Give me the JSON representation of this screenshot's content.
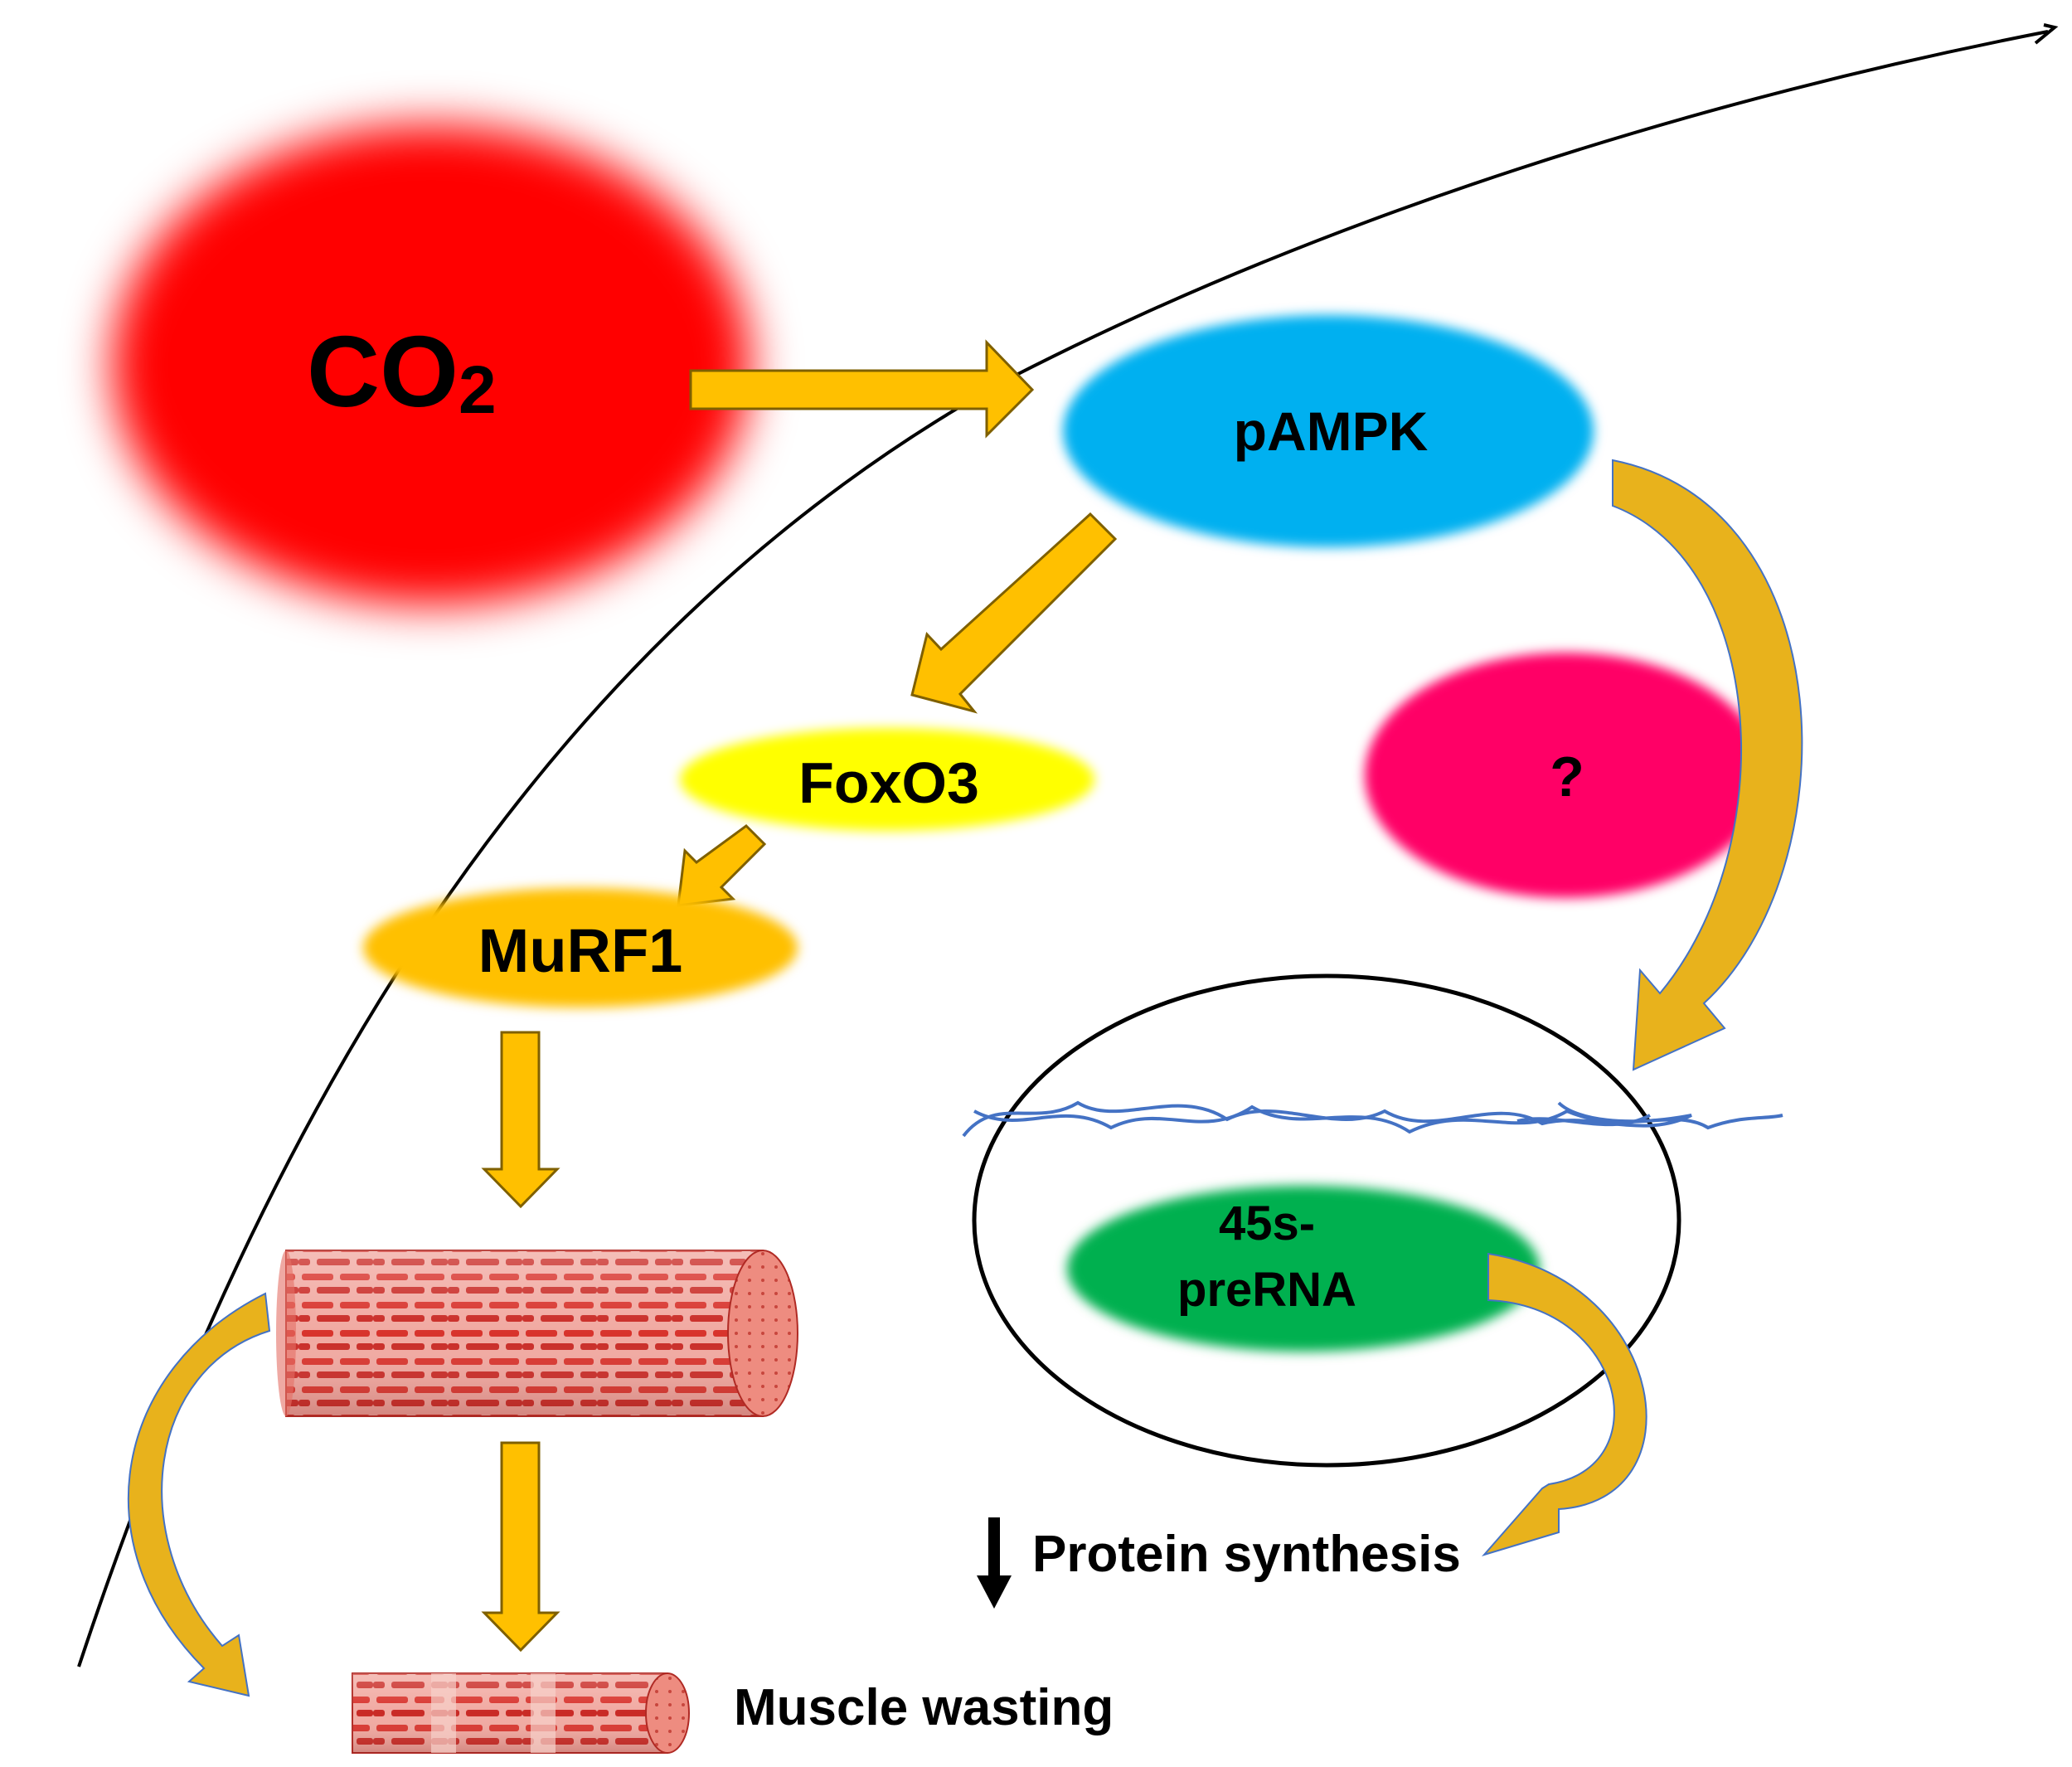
{
  "labels": {
    "co2_main": "CO",
    "co2_sub": "2",
    "pampk": "pAMPK",
    "foxo3": "FoxO3",
    "murf1": "MuRF1",
    "unknown": "?",
    "rna_line1": "45s-",
    "rna_line2": "preRNA",
    "protein_synthesis": "Protein synthesis",
    "muscle_wasting": "Muscle wasting"
  },
  "colors": {
    "co2": "#ff0000",
    "pampk": "#00b0f0",
    "foxo3": "#ffff00",
    "murf1": "#ffc000",
    "unknown": "#ff0066",
    "rna": "#00b050",
    "arrow_fill": "#ffc000",
    "curved_arrow_fill": "#e8b21c",
    "arrow_stroke": "#7f6000",
    "dna": "#4472c4",
    "muscle": "#e8716a"
  },
  "icons": {
    "decrease_arrow": "down-arrow-icon",
    "large_muscle": "muscle-fiber-icon",
    "small_muscle": "atrophied-muscle-fiber-icon"
  }
}
